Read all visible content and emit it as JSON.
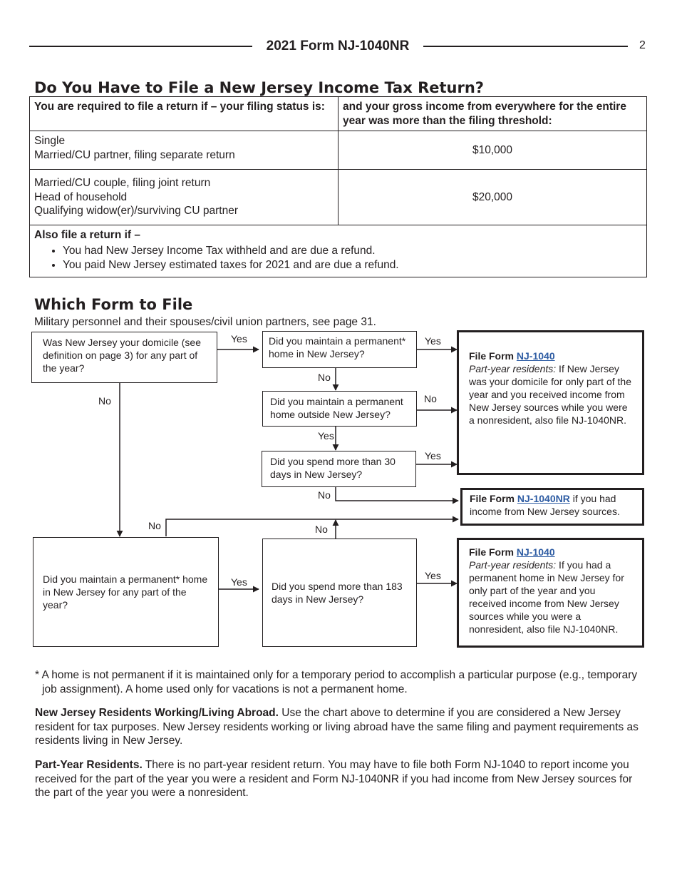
{
  "header": {
    "title": "2021 Form NJ-1040NR",
    "page_number": "2"
  },
  "section1": {
    "heading": "Do You Have to File a New Jersey Income Tax Return?",
    "table": {
      "col1_header": "You are required to file a return if – your filing status is:",
      "col2_header": "and your gross income from everywhere for the entire year was more than the filing threshold:",
      "rows": [
        {
          "statuses": [
            "Single",
            "Married/CU partner, filing separate return"
          ],
          "threshold": "$10,000"
        },
        {
          "statuses": [
            "Married/CU couple, filing joint return",
            "Head of household",
            "Qualifying widow(er)/surviving CU partner"
          ],
          "threshold": "$20,000"
        }
      ],
      "also_file_heading": "Also file a return if –",
      "also_file_items": [
        "You had New Jersey Income Tax withheld and are due a refund.",
        "You paid New Jersey estimated taxes for 2021 and are due a refund."
      ]
    }
  },
  "section2": {
    "heading": "Which Form to File",
    "note": "Military personnel and their spouses/civil union partners, see page 31.",
    "flow": {
      "q_domicile": "Was New Jersey your domicile (see definition on page 3) for any part of the year?",
      "q_perm_home_nj": "Did you maintain a permanent* home in New Jersey?",
      "q_perm_home_outside": "Did you maintain a permanent home outside New Jersey?",
      "q_30_days": "Did you spend more than 30 days in New Jersey?",
      "q_perm_home_any_part": "Did you maintain a permanent* home in New Jersey for any part of the year?",
      "q_183_days": "Did you spend more than 183 days in New Jersey?",
      "result1_prefix": "File Form ",
      "result1_link": "NJ-1040",
      "result1_italic": "Part-year residents:",
      "result1_text": " If New Jersey was your domicile for only part of the year and you received income from New Jersey sources while you were a nonresident, also file NJ-1040NR.",
      "result2_prefix": "File Form ",
      "result2_link": "NJ-1040NR",
      "result2_text": " if you had income from New Jersey sources.",
      "result3_prefix": "File Form ",
      "result3_link": "NJ-1040",
      "result3_italic": "Part-year residents:",
      "result3_text": " If you had a permanent home in New Jersey for only part of the year and you received income from New Jersey sources while you were a nonresident, also file NJ-1040NR.",
      "yes": "Yes",
      "no": "No"
    }
  },
  "footnote": "* A home is not permanent if it is maintained only for a temporary period to accomplish a particular purpose (e.g., temporary job assignment). A home used only for vacations is not a permanent home.",
  "abroad": {
    "heading": "New Jersey Residents Working/Living Abroad.",
    "text": " Use the chart above to determine if you are considered a New Jersey resident for tax purposes. New Jersey residents working or living abroad have the same filing and payment requirements as residents living in New Jersey."
  },
  "part_year": {
    "heading": "Part-Year Residents.",
    "text": " There is no part-year resident return. You may have to file both Form NJ-1040 to report income you received for the part of the year you were a resident and Form NJ-1040NR if you had income from New Jersey sources for the part of the year you were a nonresident."
  }
}
